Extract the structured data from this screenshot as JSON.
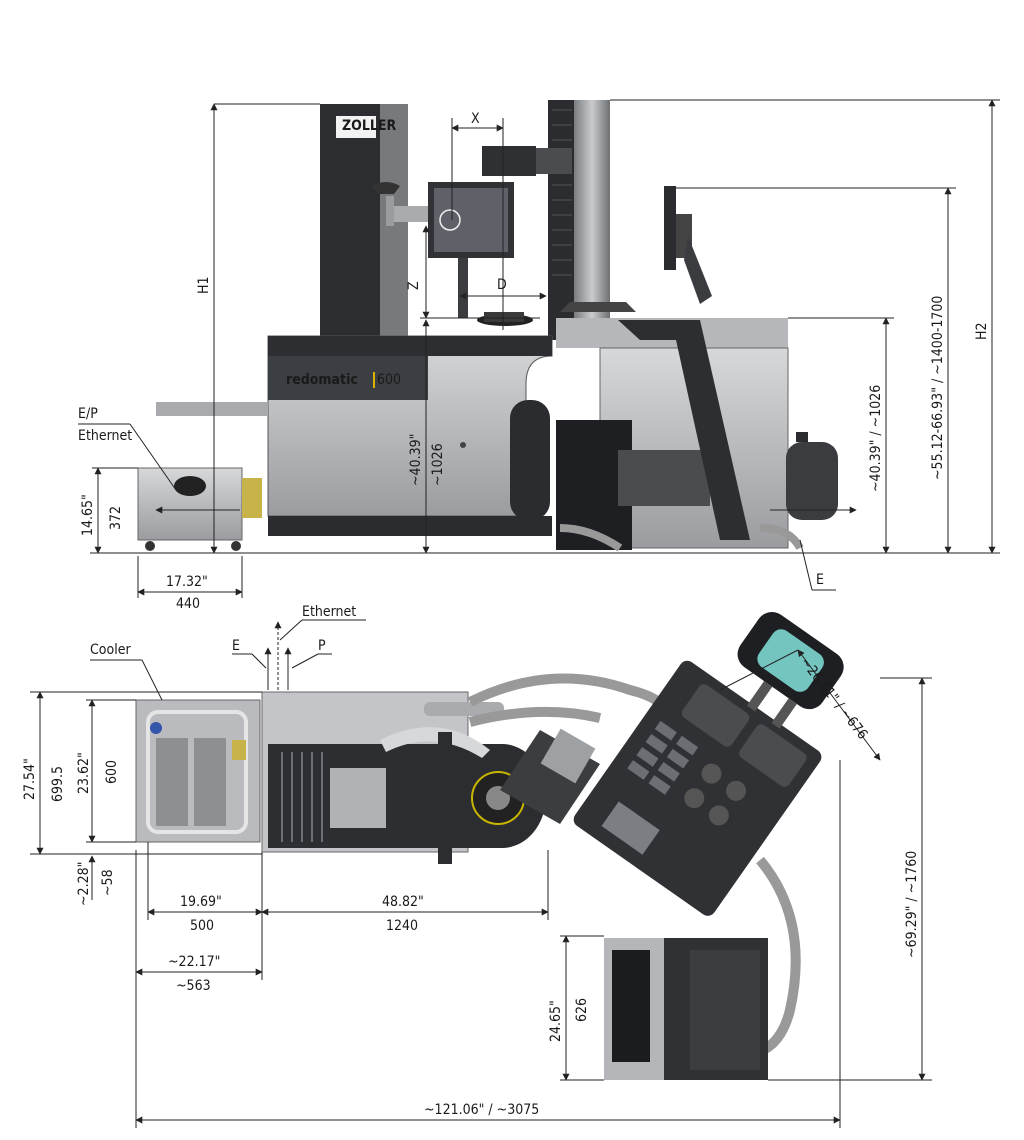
{
  "brand": {
    "logo_text": "ZOLLER",
    "product_text": "redomatic",
    "model_text": "600"
  },
  "side_view": {
    "X": "X",
    "D": "D",
    "Z": "Z",
    "H1": "H1",
    "H2": "H2",
    "ep_label": "E/P",
    "ethernet_label": "Ethernet",
    "e_label": "E",
    "cooler_h_in": "14.65\"",
    "cooler_h_mm": "372",
    "cooler_w_in": "17.32\"",
    "cooler_w_mm": "440",
    "table_h": "~40.39\"",
    "table_h_mm": "~1026",
    "right_table_h": "~40.39\" / ~1026",
    "monitor_h": "~55.12-66.93\" / ~1400-1700"
  },
  "top_view": {
    "cooler_label": "Cooler",
    "e_label": "E",
    "ethernet_label": "Ethernet",
    "p_label": "P",
    "depth_in": "27.54\"",
    "depth_mm": "699.5",
    "cooler_depth_in": "23.62\"",
    "cooler_depth_mm": "600",
    "offset_in": "~2.28\"",
    "offset_mm": "~58",
    "cooler_w_in": "19.69\"",
    "cooler_w_mm": "500",
    "machine_w_in": "48.82\"",
    "machine_w_mm": "1240",
    "gap_in": "~22.17\"",
    "gap_mm": "~563",
    "station_w": "~26.61\" / ~676",
    "total_depth": "~69.29\" / ~1760",
    "cabinet_in": "24.65\"",
    "cabinet_mm": "626",
    "total_length": "~121.06\" / ~3075"
  }
}
